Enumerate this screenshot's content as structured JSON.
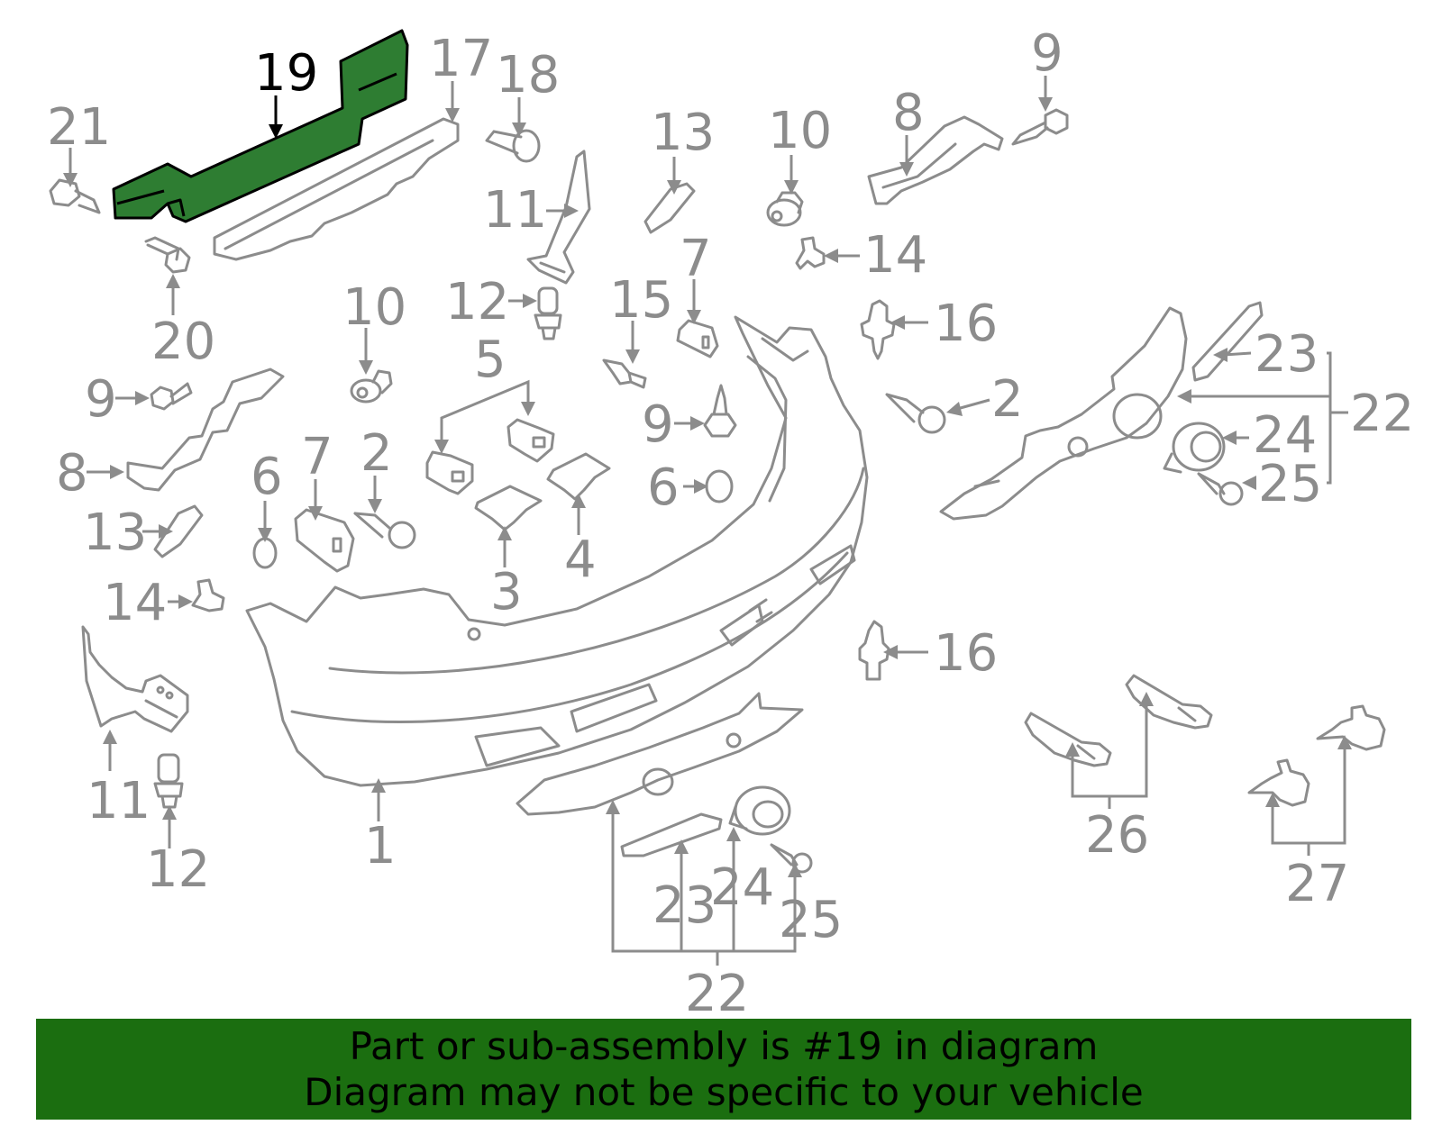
{
  "colors": {
    "highlight": "#2e7d32",
    "banner": "#1b6e10",
    "line": "#8c8c8c",
    "callout_active": "#000000"
  },
  "highlighted_part": "19",
  "callouts": [
    {
      "id": "c19a",
      "text": "19"
    },
    {
      "id": "c17",
      "text": "17"
    },
    {
      "id": "c18",
      "text": "18"
    },
    {
      "id": "c21",
      "text": "21"
    },
    {
      "id": "c20",
      "text": "20"
    },
    {
      "id": "c13a",
      "text": "13"
    },
    {
      "id": "c11a",
      "text": "11"
    },
    {
      "id": "c10a",
      "text": "10"
    },
    {
      "id": "c8a",
      "text": "8"
    },
    {
      "id": "c9a",
      "text": "9"
    },
    {
      "id": "c14a",
      "text": "14"
    },
    {
      "id": "c12a",
      "text": "12"
    },
    {
      "id": "c10b",
      "text": "10"
    },
    {
      "id": "c15",
      "text": "15"
    },
    {
      "id": "c7a",
      "text": "7"
    },
    {
      "id": "c16a",
      "text": "16"
    },
    {
      "id": "c5",
      "text": "5"
    },
    {
      "id": "c9b",
      "text": "9"
    },
    {
      "id": "c2a",
      "text": "2"
    },
    {
      "id": "c9c",
      "text": "9"
    },
    {
      "id": "c8b",
      "text": "8"
    },
    {
      "id": "c6a",
      "text": "6"
    },
    {
      "id": "c7b",
      "text": "7"
    },
    {
      "id": "c2b",
      "text": "2"
    },
    {
      "id": "c6b",
      "text": "6"
    },
    {
      "id": "c4",
      "text": "4"
    },
    {
      "id": "c3",
      "text": "3"
    },
    {
      "id": "c13b",
      "text": "13"
    },
    {
      "id": "c14b",
      "text": "14"
    },
    {
      "id": "c23a",
      "text": "23"
    },
    {
      "id": "c22a",
      "text": "22"
    },
    {
      "id": "c24a",
      "text": "24"
    },
    {
      "id": "c25a",
      "text": "25"
    },
    {
      "id": "c16b",
      "text": "16"
    },
    {
      "id": "c11b",
      "text": "11"
    },
    {
      "id": "c12b",
      "text": "12"
    },
    {
      "id": "c1",
      "text": "1"
    },
    {
      "id": "c26",
      "text": "26"
    },
    {
      "id": "c27",
      "text": "27"
    },
    {
      "id": "c23b",
      "text": "23"
    },
    {
      "id": "c24b",
      "text": "24"
    },
    {
      "id": "c25b",
      "text": "25"
    },
    {
      "id": "c22b",
      "text": "22"
    }
  ],
  "banner": {
    "line1": "Part or sub-assembly is #19 in diagram",
    "line2": "Diagram may not be specific to your vehicle"
  }
}
